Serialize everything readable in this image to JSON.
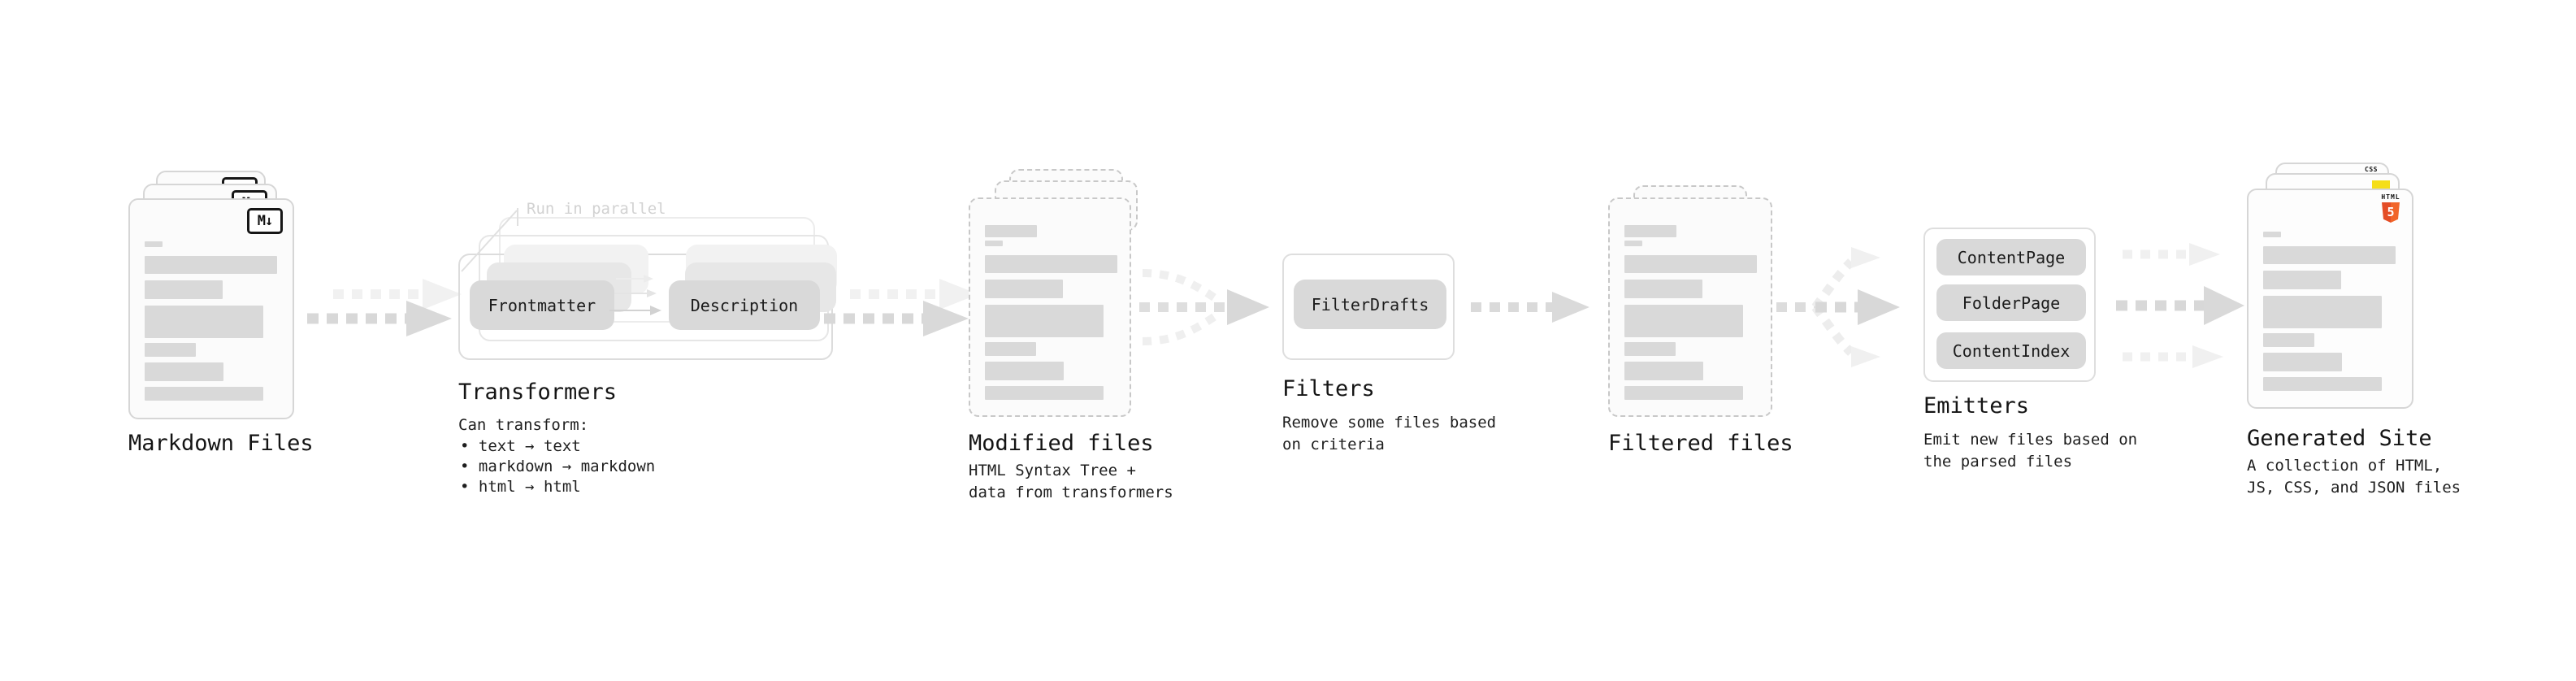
{
  "stages": {
    "markdown_files": {
      "title": "Markdown Files",
      "badge": "M↓"
    },
    "transformers": {
      "title": "Transformers",
      "note": "Run in parallel",
      "pill_left": "Frontmatter",
      "pill_right": "Description",
      "desc_heading": "Can transform:",
      "bullets": [
        "• text → text",
        "• markdown → markdown",
        "• html → html"
      ]
    },
    "modified_files": {
      "title": "Modified files",
      "desc": "HTML Syntax Tree +\ndata from transformers"
    },
    "filters": {
      "title": "Filters",
      "pill": "FilterDrafts",
      "desc": "Remove some files based\non criteria"
    },
    "filtered_files": {
      "title": "Filtered files"
    },
    "emitters": {
      "title": "Emitters",
      "pills": [
        "ContentPage",
        "FolderPage",
        "ContentIndex"
      ],
      "desc": "Emit new files based on\nthe parsed files"
    },
    "generated_site": {
      "title": "Generated Site",
      "desc": "A collection of HTML,\nJS, CSS, and JSON files",
      "css_badge": "CSS",
      "html_badge": "HTML",
      "html_badge_number": "5"
    }
  },
  "colors": {
    "html5_shield": "#E44D26",
    "html5_shield_light": "#F16529",
    "js_yellow": "#F5DE19",
    "css_blue": "#2D63E8",
    "skeleton_bar": "#D9D9D9",
    "pill_background": "#D9D9D9"
  }
}
